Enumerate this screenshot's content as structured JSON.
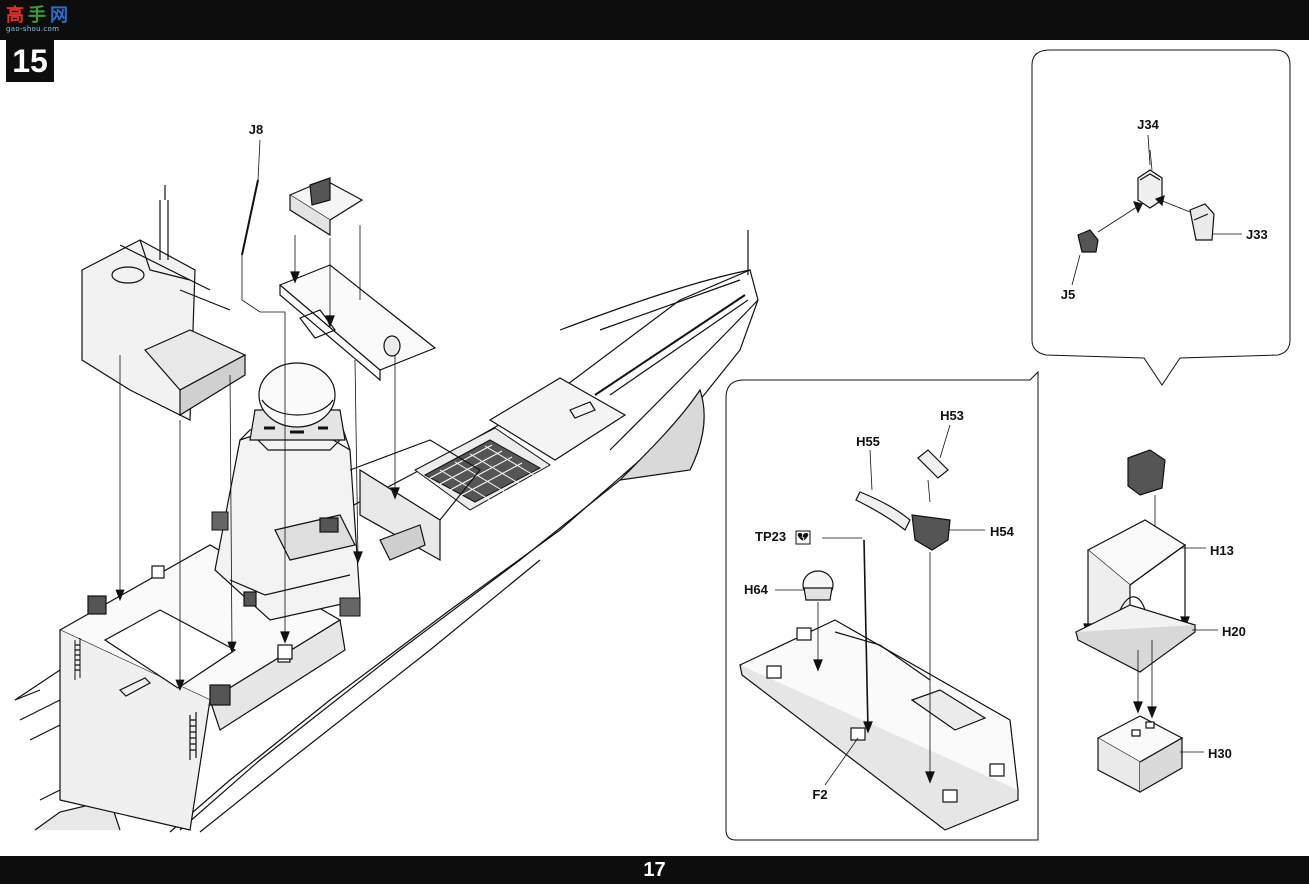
{
  "header": {
    "logo_text": [
      "高",
      "手",
      "网"
    ],
    "logo_subtext": "gao-shou.com",
    "step_number": "15"
  },
  "footer": {
    "page_number": "17"
  },
  "labels": {
    "j8": "J8",
    "j34": "J34",
    "j33": "J33",
    "j5": "J5",
    "h53": "H53",
    "h55": "H55",
    "h54": "H54",
    "tp23": "TP23",
    "h64": "H64",
    "f2": "F2",
    "h13": "H13",
    "h20": "H20",
    "h30": "H30"
  },
  "icons": {
    "tp23_symbol": "broken-heart-icon"
  },
  "colors": {
    "bar": "#0d0d0d",
    "line": "#111111",
    "shade": "#d9d9d9",
    "light_shade": "#efefef"
  }
}
